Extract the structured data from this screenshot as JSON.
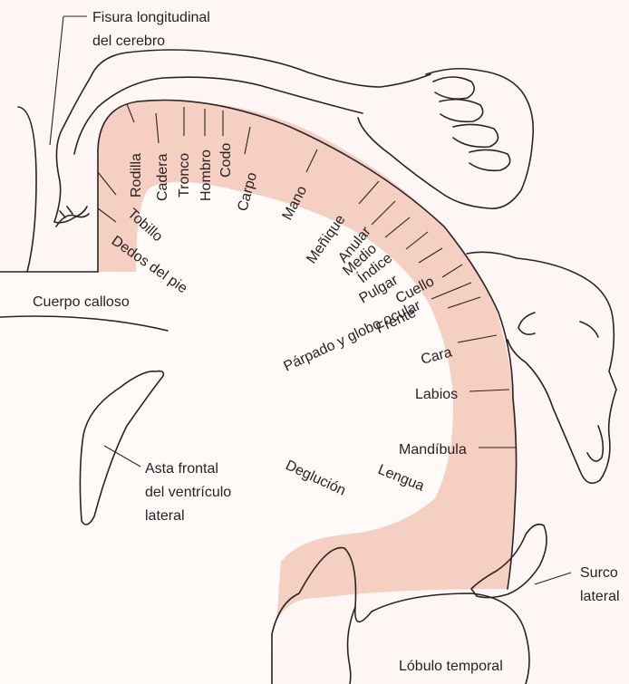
{
  "colors": {
    "background": "#fdf6f4",
    "cortex": "#f4cfc2",
    "white_matter": "#fffaf8",
    "outline": "#2b2321",
    "text": "#2a2220"
  },
  "labels": {
    "longitudinal_fissure": [
      "Fisura longitudinal",
      "del cerebro"
    ],
    "corpus_callosum": "Cuerpo calloso",
    "frontal_horn": [
      "Asta frontal",
      "del ventrículo",
      "lateral"
    ],
    "lateral_sulcus": [
      "Surco",
      "lateral"
    ],
    "temporal_lobe": "Lóbulo temporal"
  },
  "homunculus": [
    {
      "id": "rodilla",
      "label": "Rodilla"
    },
    {
      "id": "cadera",
      "label": "Cadera"
    },
    {
      "id": "tronco",
      "label": "Tronco"
    },
    {
      "id": "hombro",
      "label": "Hombro"
    },
    {
      "id": "codo",
      "label": "Codo"
    },
    {
      "id": "carpo",
      "label": "Carpo"
    },
    {
      "id": "mano",
      "label": "Mano"
    },
    {
      "id": "tobillo",
      "label": "Tobillo"
    },
    {
      "id": "dedos-pie",
      "label": "Dedos del pie"
    },
    {
      "id": "menique",
      "label": "Meñique"
    },
    {
      "id": "anular",
      "label": "Anular"
    },
    {
      "id": "medio",
      "label": "Medio"
    },
    {
      "id": "indice",
      "label": "Índice"
    },
    {
      "id": "pulgar",
      "label": "Pulgar"
    },
    {
      "id": "cuello",
      "label": "Cuello"
    },
    {
      "id": "frente",
      "label": "Frente"
    },
    {
      "id": "parpado",
      "label": "Párpado y globo ocular"
    },
    {
      "id": "cara",
      "label": "Cara"
    },
    {
      "id": "labios",
      "label": "Labios"
    },
    {
      "id": "mandibula",
      "label": "Mandíbula"
    },
    {
      "id": "lengua",
      "label": "Lengua"
    },
    {
      "id": "deglucion",
      "label": "Deglución"
    }
  ]
}
